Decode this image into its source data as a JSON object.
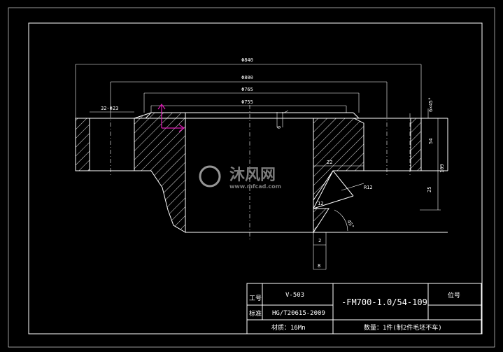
{
  "dimensions": {
    "d840": "Φ840",
    "d800": "Φ800",
    "d765": "Φ765",
    "d755": "Φ755",
    "bolt_holes": "32-Φ23",
    "chamfer": "6×45°",
    "h54": "54",
    "h109": "109",
    "h25": "25",
    "r12": "R12",
    "w22": "22",
    "w12": "12",
    "w2": "2",
    "w8": "8",
    "w6": "6",
    "angle": "45°"
  },
  "title_block": {
    "label_work_no": "工号",
    "work_no": "V-503",
    "label_standard": "标准",
    "standard": "HG/T20615-2009",
    "material": "材质：16Mn",
    "drawing_no": "-FM700-1.0/54-109",
    "label_position": "位号",
    "quantity": "数量：1件(制2件毛坯不车)"
  },
  "watermark": {
    "name": "沐风网",
    "url": "www.mfcad.com"
  }
}
